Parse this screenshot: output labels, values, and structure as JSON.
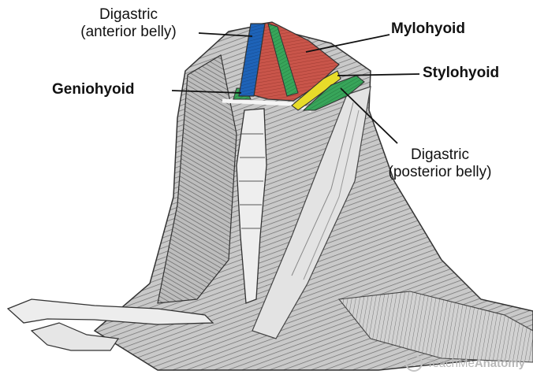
{
  "labels": {
    "digastric_anterior": {
      "name": "Digastric",
      "detail": "(anterior belly)"
    },
    "mylohyoid": "Mylohyoid",
    "geniohyoid": "Geniohyoid",
    "stylohyoid": "Stylohyoid",
    "digastric_posterior": {
      "name": "Digastric",
      "detail": "(posterior belly)"
    }
  },
  "muscle_colors": {
    "digastric_anterior": "#1e63b8",
    "mylohyoid": "#c9554a",
    "geniohyoid_band": "#2f9b58",
    "stylohyoid": "#e8dc2a",
    "digastric_posterior": "#38a55a"
  },
  "watermark": {
    "symbol": "C",
    "brand_light": "TeachMe",
    "brand_bold": "Anatomy"
  }
}
